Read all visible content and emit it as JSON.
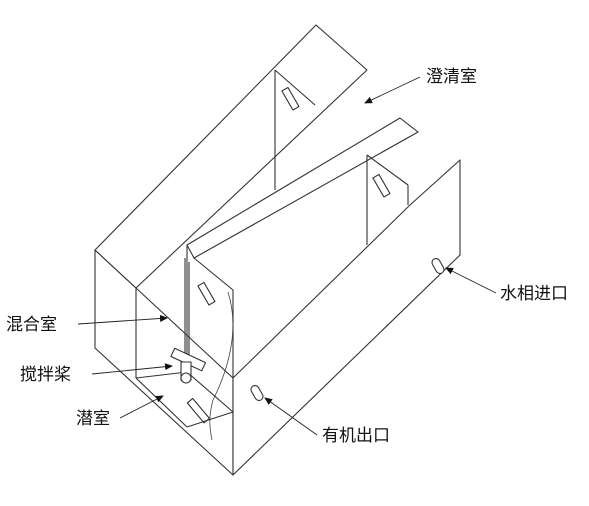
{
  "labels": {
    "clarifier": "澄清室",
    "aqueous_inlet": "水相进口",
    "mixing_chamber": "混合室",
    "stirring_paddle": "搅拌桨",
    "submerged_chamber": "潜室",
    "organic_outlet": "有机出口"
  }
}
